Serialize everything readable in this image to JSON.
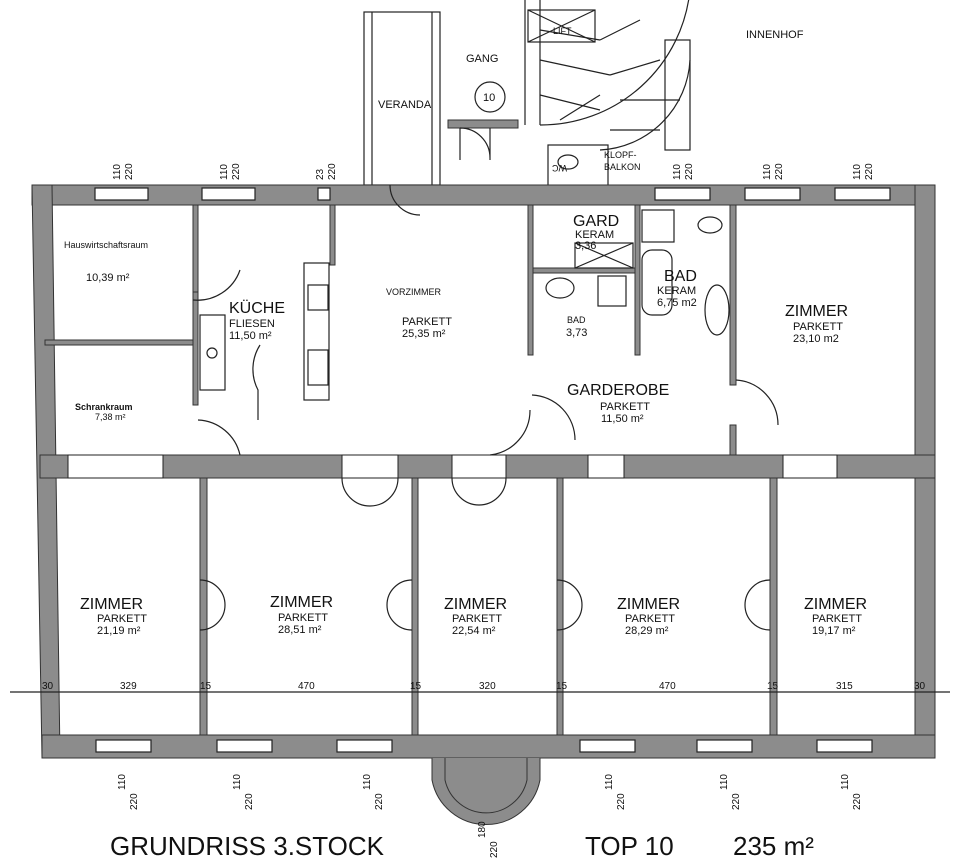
{
  "header": {
    "innenhof": "INNENHOF",
    "gang": "GANG",
    "veranda": "VERANDA",
    "lift": "LIFT",
    "top_number": "10",
    "klopfbalkon": "KLOPF-\nBALKON",
    "klopf_line1": "KLOPF-",
    "klopf_line2": "BALKON",
    "wc": "WC"
  },
  "rooms": {
    "hauswirtschaft": {
      "name": "Hauswirtschaftsraum",
      "area": "10,39 m²"
    },
    "schrankraum": {
      "name": "Schrankraum",
      "area": "7,38 m²"
    },
    "kueche": {
      "name": "KÜCHE",
      "floor": "FLIESEN",
      "area": "11,50 m²"
    },
    "vorzimmer": {
      "name": "VORZIMMER",
      "floor": "PARKETT",
      "area": "25,35 m²"
    },
    "gard": {
      "name": "GARD",
      "floor": "KERAM",
      "area": "3,36"
    },
    "bad_small": {
      "name": "BAD",
      "area": "3,73"
    },
    "bad": {
      "name": "BAD",
      "floor": "KERAM",
      "area": "6,75 m2"
    },
    "garderobe": {
      "name": "GARDEROBE",
      "floor": "PARKETT",
      "area": "11,50 m²"
    },
    "zimmer_ne": {
      "name": "ZIMMER",
      "floor": "PARKETT",
      "area": "23,10 m2"
    },
    "zimmer_1": {
      "name": "ZIMMER",
      "floor": "PARKETT",
      "area": "21,19 m²"
    },
    "zimmer_2": {
      "name": "ZIMMER",
      "floor": "PARKETT",
      "area": "28,51 m²"
    },
    "zimmer_3": {
      "name": "ZIMMER",
      "floor": "PARKETT",
      "area": "22,54 m²"
    },
    "zimmer_4": {
      "name": "ZIMMER",
      "floor": "PARKETT",
      "area": "28,29 m²"
    },
    "zimmer_5": {
      "name": "ZIMMER",
      "floor": "PARKETT",
      "area": "19,17 m²"
    }
  },
  "dimensions": [
    "30",
    "329",
    "15",
    "470",
    "15",
    "320",
    "15",
    "470",
    "15",
    "315",
    "30"
  ],
  "windows_top": [
    {
      "w": "110",
      "h": "220"
    },
    {
      "w": "110",
      "h": "220"
    },
    {
      "w": "23",
      "h": "220"
    },
    {
      "w": "110",
      "h": "220"
    },
    {
      "w": "110",
      "h": "220"
    },
    {
      "w": "110",
      "h": "220"
    }
  ],
  "windows_bottom": [
    {
      "w": "110",
      "h": "220"
    },
    {
      "w": "110",
      "h": "220"
    },
    {
      "w": "110",
      "h": "220"
    },
    {
      "w": "180",
      "h": "220"
    },
    {
      "w": "110",
      "h": "220"
    },
    {
      "w": "110",
      "h": "220"
    },
    {
      "w": "110",
      "h": "220"
    }
  ],
  "footer": {
    "title": "GRUNDRISS 3.STOCK",
    "unit": "TOP 10",
    "total_area": "235 m²"
  }
}
